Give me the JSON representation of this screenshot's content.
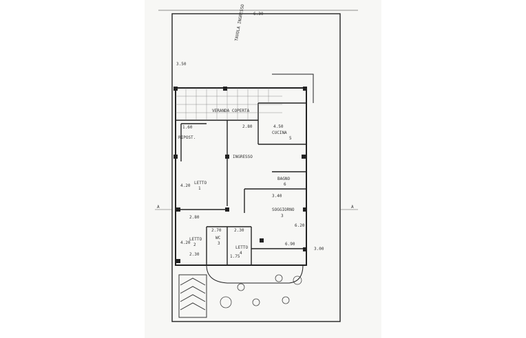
{
  "plan": {
    "rooms": {
      "veranda": "VERANDA COPERTA",
      "cucina": "CUCINA",
      "cucina_num": "5",
      "letto1": "LETTO",
      "letto1_num": "1",
      "letto2": "LETTO",
      "letto2_num": "2",
      "letto3": "LETTO",
      "letto3_num": "4",
      "soggiorno": "SOGGIORNO",
      "soggiorno_num": "3",
      "bagno": "BAGNO",
      "bagno_num": "6",
      "ripost": "RIPOST.",
      "ingresso": "INGRESSO",
      "bagno2": "WC",
      "bagno2_num": "3"
    },
    "dimensions": {
      "top": "6.30",
      "left_top": "3.50",
      "d1": "1.60",
      "d2": "2.80",
      "d3": "4.50",
      "d4": "4.20",
      "d5": "3.40",
      "d6": "2.80",
      "d7": "2.30",
      "d8": "2.70",
      "d9": "2.30",
      "d10": "6.90",
      "d11": "3.00",
      "d12": "4.20",
      "d13": "6.20",
      "d14": "1.75"
    },
    "section_mark": "A",
    "annotation": "TAVOLA INGRESSO"
  }
}
